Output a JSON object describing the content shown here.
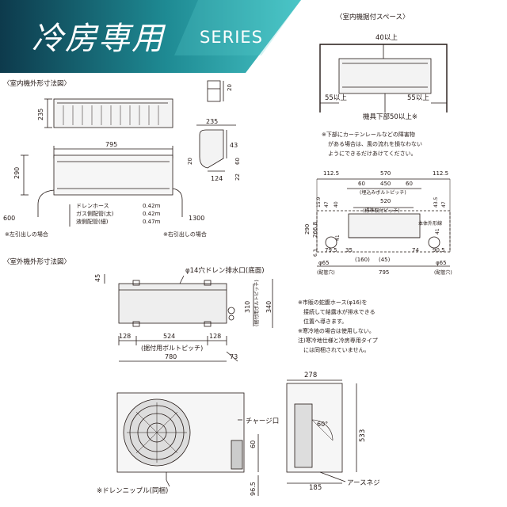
{
  "colors": {
    "banner_dark": "#0d3a4c",
    "banner_teal": "#1e8a93",
    "banner_light": "#45c2c4",
    "line": "#231815",
    "unit_fill": "#e8e8e8"
  },
  "header": {
    "title": "冷房専用",
    "series": "SERIES"
  },
  "indoor": {
    "title": "〈室内機外形寸法図〉",
    "dims": {
      "depth": "235",
      "width": "795",
      "height": "290",
      "side_235": "235",
      "side_43": "43",
      "side_20": "20",
      "side_60": "60",
      "side_124": "124",
      "side_22": "22",
      "top_20": "20",
      "len_600": "600",
      "len_1300": "1300"
    },
    "pipes": [
      {
        "name": "ドレンホース",
        "len": "0.42m"
      },
      {
        "name": "ガス側配管(太)",
        "len": "0.42m"
      },
      {
        "name": "液側配管(細)",
        "len": "0.47m"
      }
    ],
    "note_left": "※左引出しの場合",
    "note_right": "※右引出しの場合"
  },
  "install_space": {
    "title": "〈室内機据付スペース〉",
    "top": "40以上",
    "left": "55以上",
    "right": "55以上",
    "bottom": "機具下部50以上※",
    "notes": [
      "※下部にカーテンレールなどの障害物",
      "がある場合は、風の流れを損なわない",
      "ようにできるだけあけてください。"
    ]
  },
  "rear": {
    "dims": {
      "d112_l": "112.5",
      "d570": "570",
      "d112_r": "112.5",
      "d60": "60",
      "d450": "450",
      "d60r": "60",
      "d520": "520",
      "d159": "15.9",
      "d47": "47",
      "d40": "40",
      "d435": "43.5",
      "d47b": "47",
      "d290": "290",
      "d2668": "266.8",
      "d41": "41",
      "d41r": "41",
      "d63": "6.3",
      "d795r": "79.5",
      "d35": "35",
      "d160": "(160)",
      "d45": "(45)",
      "d74": "74",
      "d905": "90.5",
      "d795": "795"
    },
    "bolt_embed": "(埋込みボルトピッチ)",
    "bolt_std": "(標準取付ピッチ)",
    "outline_label": "本体外形線",
    "hole_left": "φ65",
    "hole_left_sub": "(配管穴)",
    "hole_right": "φ65",
    "hole_right_sub": "(配管穴)"
  },
  "outdoor": {
    "title": "〈室外機外形寸法図〉",
    "drain_label": "φ14穴ドレン排水口(底面)",
    "dims": {
      "d45": "45",
      "d310": "310",
      "d340": "340",
      "d128l": "128",
      "d524": "524",
      "d128r": "128",
      "d780": "780",
      "d73": "73",
      "d278": "278",
      "d533": "533",
      "d60": "60",
      "d965": "96.5",
      "d185": "185",
      "angle": "60°"
    },
    "bolt_pitch_v": "(据付用ボルトピッチ)",
    "bolt_pitch_h": "(据付用ボルトピッチ)",
    "charge_port": "チャージ口",
    "earth_screw": "アースネジ",
    "drain_nipple": "※ドレンニップル(同梱)"
  },
  "notes": [
    "※市販の蛇腹ホース(φ16)を",
    "　接続して結露水が排水できる",
    "　位置へ導きます。",
    "※寒冷地の場合は使用しない。",
    "注)寒冷地仕様と冷房専用タイプ",
    "　には同梱されていません。"
  ]
}
